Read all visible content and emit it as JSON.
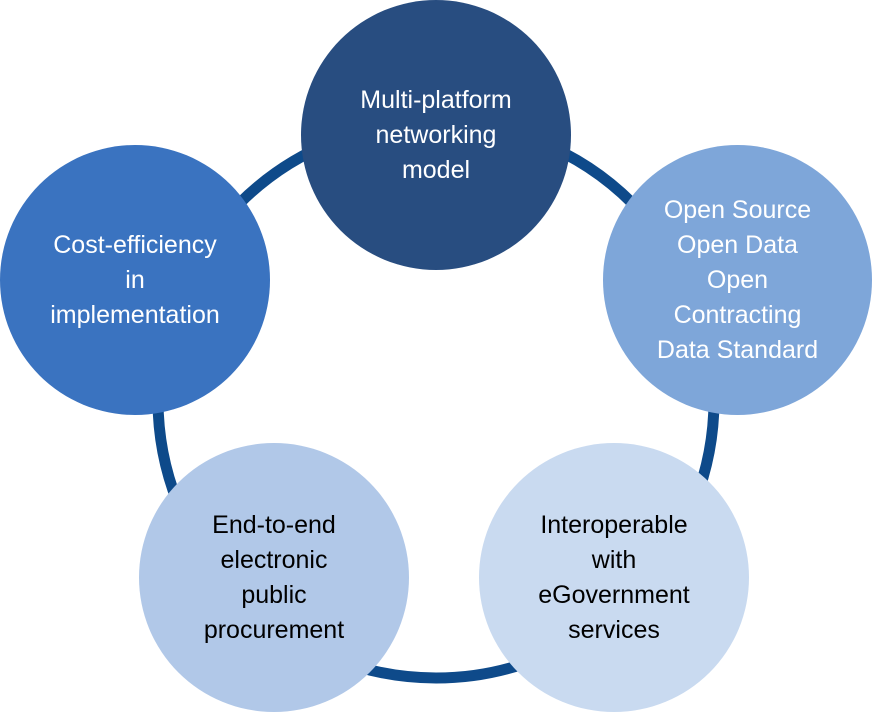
{
  "colors": {
    "ring": "#0e4a8a",
    "background": "#ffffff"
  },
  "nodes": [
    {
      "key": "top",
      "label": "Multi-platform\nnetworking\nmodel",
      "fill": "#284d80",
      "text_color": "#ffffff"
    },
    {
      "key": "left",
      "label": "Cost-efficiency\nin\nimplementation",
      "fill": "#3a73c0",
      "text_color": "#ffffff"
    },
    {
      "key": "right",
      "label": "Open Source\nOpen Data\nOpen\nContracting\nData Standard",
      "fill": "#7ea6d9",
      "text_color": "#ffffff"
    },
    {
      "key": "botleft",
      "label": "End-to-end\nelectronic\npublic\nprocurement",
      "fill": "#b1c8e8",
      "text_color": "#000000"
    },
    {
      "key": "botright",
      "label": "Interoperable\nwith\neGovernment\nservices",
      "fill": "#c9daf0",
      "text_color": "#000000"
    }
  ]
}
